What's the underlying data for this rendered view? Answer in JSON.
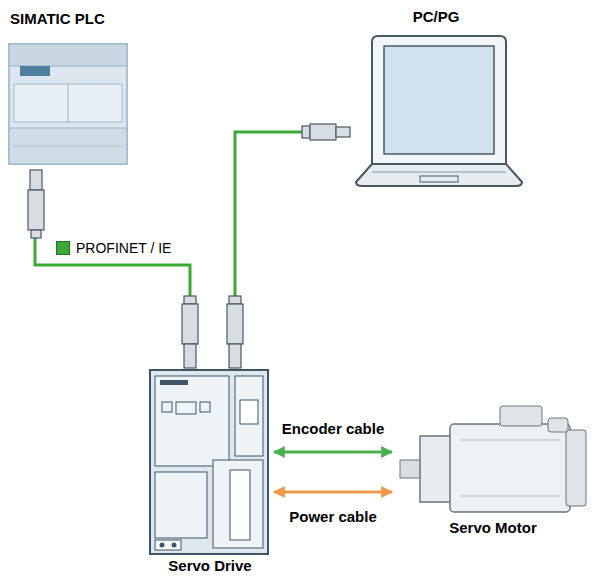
{
  "diagram": {
    "nodes": [
      {
        "text": [
          "SIMATIC PLC"
        ]
      },
      {
        "text": [
          "PC/PG"
        ]
      },
      {
        "text": [
          "Servo Drive"
        ]
      },
      {
        "text": [
          "Servo Motor"
        ]
      }
    ],
    "edges": [
      {
        "from": 0,
        "to": 2,
        "arrow": "none"
      },
      {
        "from": 1,
        "to": 2,
        "arrow": "none"
      },
      {
        "from": 2,
        "to": 3,
        "label": "Encoder cable",
        "arrow": "both"
      },
      {
        "from": 2,
        "to": 3,
        "label": "Power cable",
        "arrow": "both"
      }
    ],
    "legend": [
      {
        "text": "PROFINET / IE",
        "color": "#3aaa35"
      }
    ]
  }
}
